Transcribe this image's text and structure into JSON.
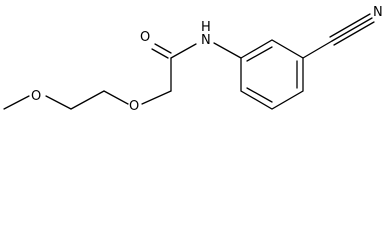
{
  "molecule": {
    "atoms": {
      "carbonyl_oxygen": "O",
      "amide_nitrogen": "N",
      "amide_hydrogen": "H",
      "nitrile_nitrogen": "N",
      "ether_oxygen_1": "O",
      "ether_oxygen_2": "O"
    }
  }
}
